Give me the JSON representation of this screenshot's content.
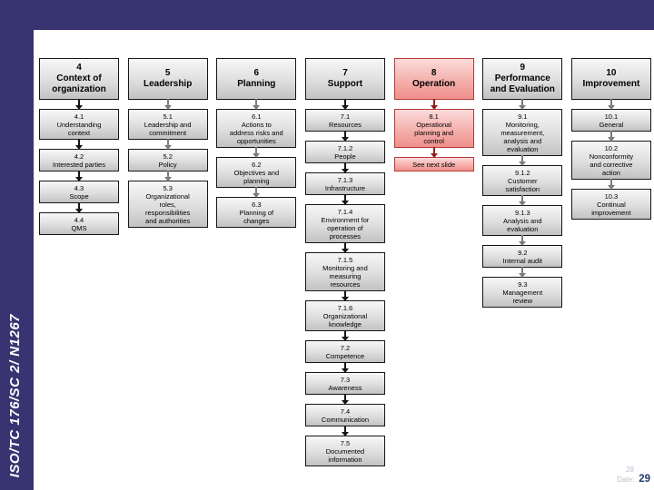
{
  "slide": {
    "sidebar_label": "ISO/TC 176/SC 2/ N1267",
    "footer": {
      "number_top": "28",
      "date_label": "Date:",
      "slide_number": "29"
    }
  },
  "colors": {
    "frame": "#383471",
    "box_border": "#161616",
    "box_gradient_top": "#f7f7f7",
    "box_gradient_bottom": "#c2c2c2",
    "operation_fill_top": "#fadbdb",
    "operation_fill_bottom": "#ef8f8b",
    "operation_border": "#b23b3b",
    "arrow_black": "#151515",
    "arrow_gray": "#7b7b7b",
    "arrow_red": "#8e1f1f",
    "slide_number_color": "#1e3a66",
    "footer_muted": "#b9c1cd",
    "sidebar_text_color": "#ffffff"
  },
  "diagram": {
    "columns": [
      {
        "id": "4",
        "title": "Context of\norganization",
        "items": [
          {
            "num": "4.1",
            "label": "Understanding\ncontext"
          },
          {
            "num": "4.2",
            "label": "Interested parties"
          },
          {
            "num": "4.3",
            "label": "Scope"
          },
          {
            "num": "4.4",
            "label": "QMS"
          }
        ]
      },
      {
        "id": "5",
        "title": "Leadership",
        "items": [
          {
            "num": "5.1",
            "label": "Leadership and\ncommitment"
          },
          {
            "num": "5.2",
            "label": "Policy"
          },
          {
            "num": "5.3",
            "label": "Organizational\nroles,\nresponsibilities\nand authorities"
          }
        ]
      },
      {
        "id": "6",
        "title": "Planning",
        "items": [
          {
            "num": "6.1",
            "label": "Actions to\naddress risks and\nopportunities"
          },
          {
            "num": "6.2",
            "label": "Objectives and\nplanning"
          },
          {
            "num": "6.3",
            "label": "Planning of\nchanges"
          }
        ]
      },
      {
        "id": "7",
        "title": "Support",
        "items": [
          {
            "num": "7.1",
            "label": "Resources"
          },
          {
            "num": "7.1.2",
            "label": "People"
          },
          {
            "num": "7.1.3",
            "label": "Infrastructure"
          },
          {
            "num": "7.1.4",
            "label": "Environment for\noperation of\nprocesses"
          },
          {
            "num": "7.1.5",
            "label": "Monitoring and\nmeasuring\nresources"
          },
          {
            "num": "7.1.6",
            "label": "Organizational\nknowledge"
          },
          {
            "num": "7.2",
            "label": "Competence"
          },
          {
            "num": "7.3",
            "label": "Awareness"
          },
          {
            "num": "7.4",
            "label": "Communication"
          },
          {
            "num": "7.5",
            "label": "Documented\ninformation"
          }
        ]
      },
      {
        "id": "8",
        "title": "Operation",
        "items": [
          {
            "num": "8.1",
            "label": "Operational\nplanning and\ncontrol"
          },
          {
            "num": "",
            "label": "See next slide"
          }
        ]
      },
      {
        "id": "9",
        "title": "Performance\nand Evaluation",
        "items": [
          {
            "num": "9.1",
            "label": "Monitoring,\nmeasurement,\nanalysis and\nevaluation"
          },
          {
            "num": "9.1.2",
            "label": "Customer\nsatisfaction"
          },
          {
            "num": "9.1.3",
            "label": "Analysis and\nevaluation"
          },
          {
            "num": "9.2",
            "label": "Internal audit"
          },
          {
            "num": "9.3",
            "label": "Management\nreview"
          }
        ]
      },
      {
        "id": "10",
        "title": "Improvement",
        "items": [
          {
            "num": "10.1",
            "label": "General"
          },
          {
            "num": "10.2",
            "label": "Nonconformity\nand corrective\naction"
          },
          {
            "num": "10.3",
            "label": "Continual\nimprovement"
          }
        ]
      }
    ]
  }
}
